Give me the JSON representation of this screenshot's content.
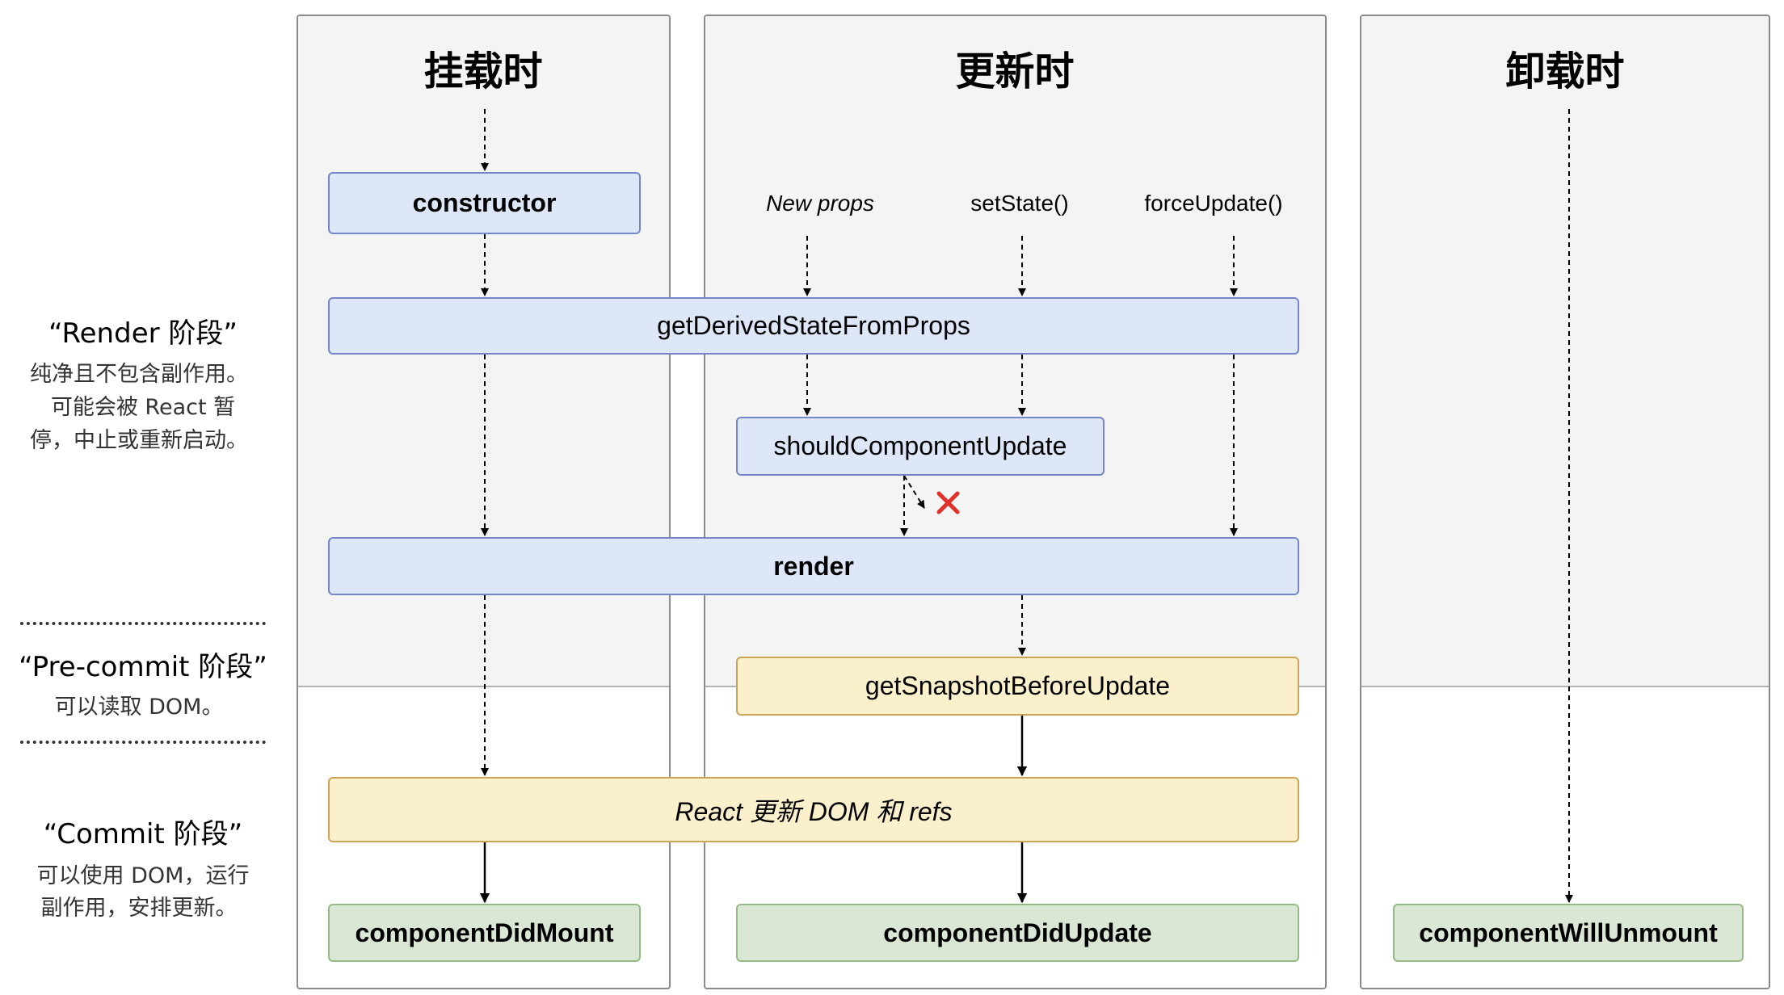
{
  "columns": {
    "mount": "挂载时",
    "update": "更新时",
    "unmount": "卸载时"
  },
  "triggers": {
    "new_props": "New props",
    "set_state": "setState()",
    "force_update": "forceUpdate()"
  },
  "boxes": {
    "constructor": "constructor",
    "get_derived": "getDerivedStateFromProps",
    "should_update": "shouldComponentUpdate",
    "render": "render",
    "snapshot": "getSnapshotBeforeUpdate",
    "react_update": "React 更新 DOM 和 refs",
    "did_mount": "componentDidMount",
    "did_update": "componentDidUpdate",
    "will_unmount": "componentWillUnmount"
  },
  "phases": {
    "render": {
      "title": "“Render 阶段”",
      "desc": [
        "纯净且不包含副作用。",
        "可能会被 React 暂",
        "停，中止或重新启动。"
      ]
    },
    "precommit": {
      "title": "“Pre-commit 阶段”",
      "desc": [
        "可以读取 DOM。"
      ]
    },
    "commit": {
      "title": "“Commit 阶段”",
      "desc": [
        "可以使用 DOM，运行",
        "副作用，安排更新。"
      ]
    }
  },
  "colors": {
    "blue_fill": "#dde7f8",
    "yellow_fill": "#fbf0cc",
    "green_fill": "#d9e7d4",
    "cross": "#e0312b"
  },
  "icons": {
    "blocked": "cross-icon"
  }
}
